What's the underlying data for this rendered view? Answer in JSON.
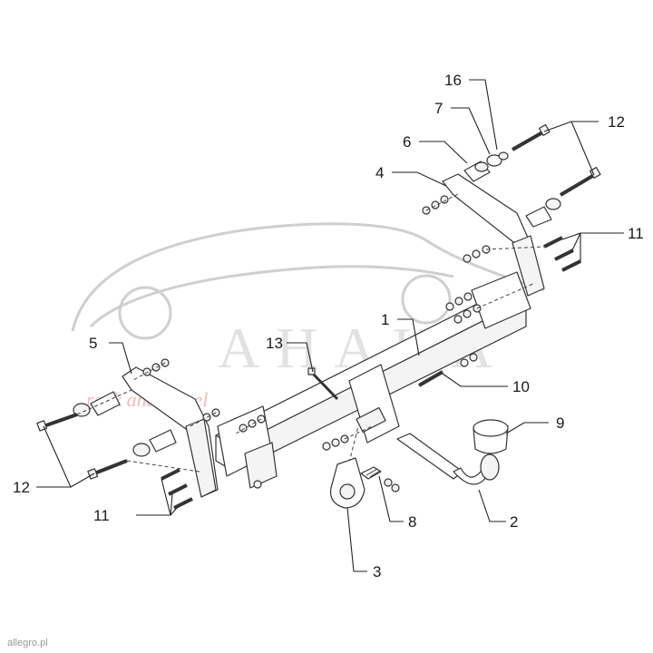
{
  "watermark": {
    "brand": "AHAKA",
    "tagline": "rack and travel"
  },
  "footer": {
    "credit": "allegro.pl"
  },
  "callouts": [
    {
      "id": "1",
      "label": "1"
    },
    {
      "id": "2",
      "label": "2"
    },
    {
      "id": "3",
      "label": "3"
    },
    {
      "id": "4",
      "label": "4"
    },
    {
      "id": "5",
      "label": "5"
    },
    {
      "id": "6",
      "label": "6"
    },
    {
      "id": "7",
      "label": "7"
    },
    {
      "id": "8",
      "label": "8"
    },
    {
      "id": "9",
      "label": "9"
    },
    {
      "id": "10",
      "label": "10"
    },
    {
      "id": "11a",
      "label": "11"
    },
    {
      "id": "11b",
      "label": "11"
    },
    {
      "id": "12a",
      "label": "12"
    },
    {
      "id": "12b",
      "label": "12"
    },
    {
      "id": "13",
      "label": "13"
    },
    {
      "id": "16",
      "label": "16"
    }
  ]
}
